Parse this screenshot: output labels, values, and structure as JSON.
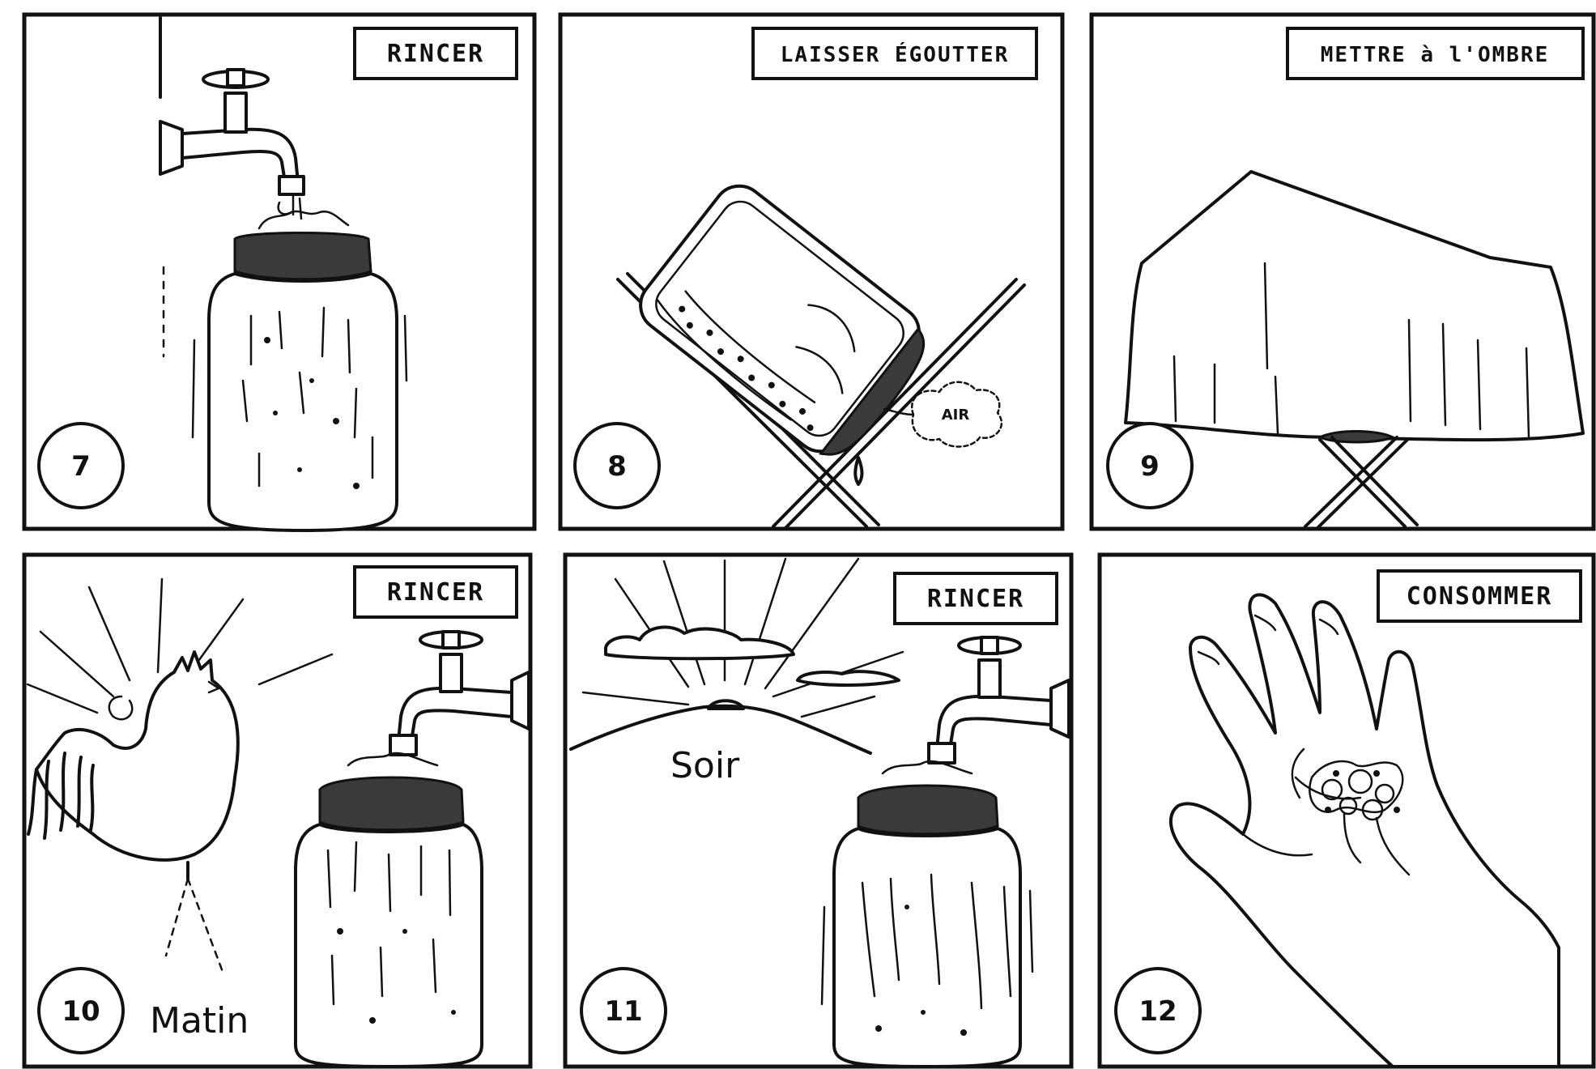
{
  "panels": [
    {
      "step": "7",
      "label": "RINCER"
    },
    {
      "step": "8",
      "label": "LAISSER ÉGOUTTER",
      "annotation": "AIR"
    },
    {
      "step": "9",
      "label": "METTRE à l'OMBRE"
    },
    {
      "step": "10",
      "label": "RINCER",
      "caption": "Matin"
    },
    {
      "step": "11",
      "label": "RINCER",
      "caption": "Soir"
    },
    {
      "step": "12",
      "label": "CONSOMMER"
    }
  ]
}
